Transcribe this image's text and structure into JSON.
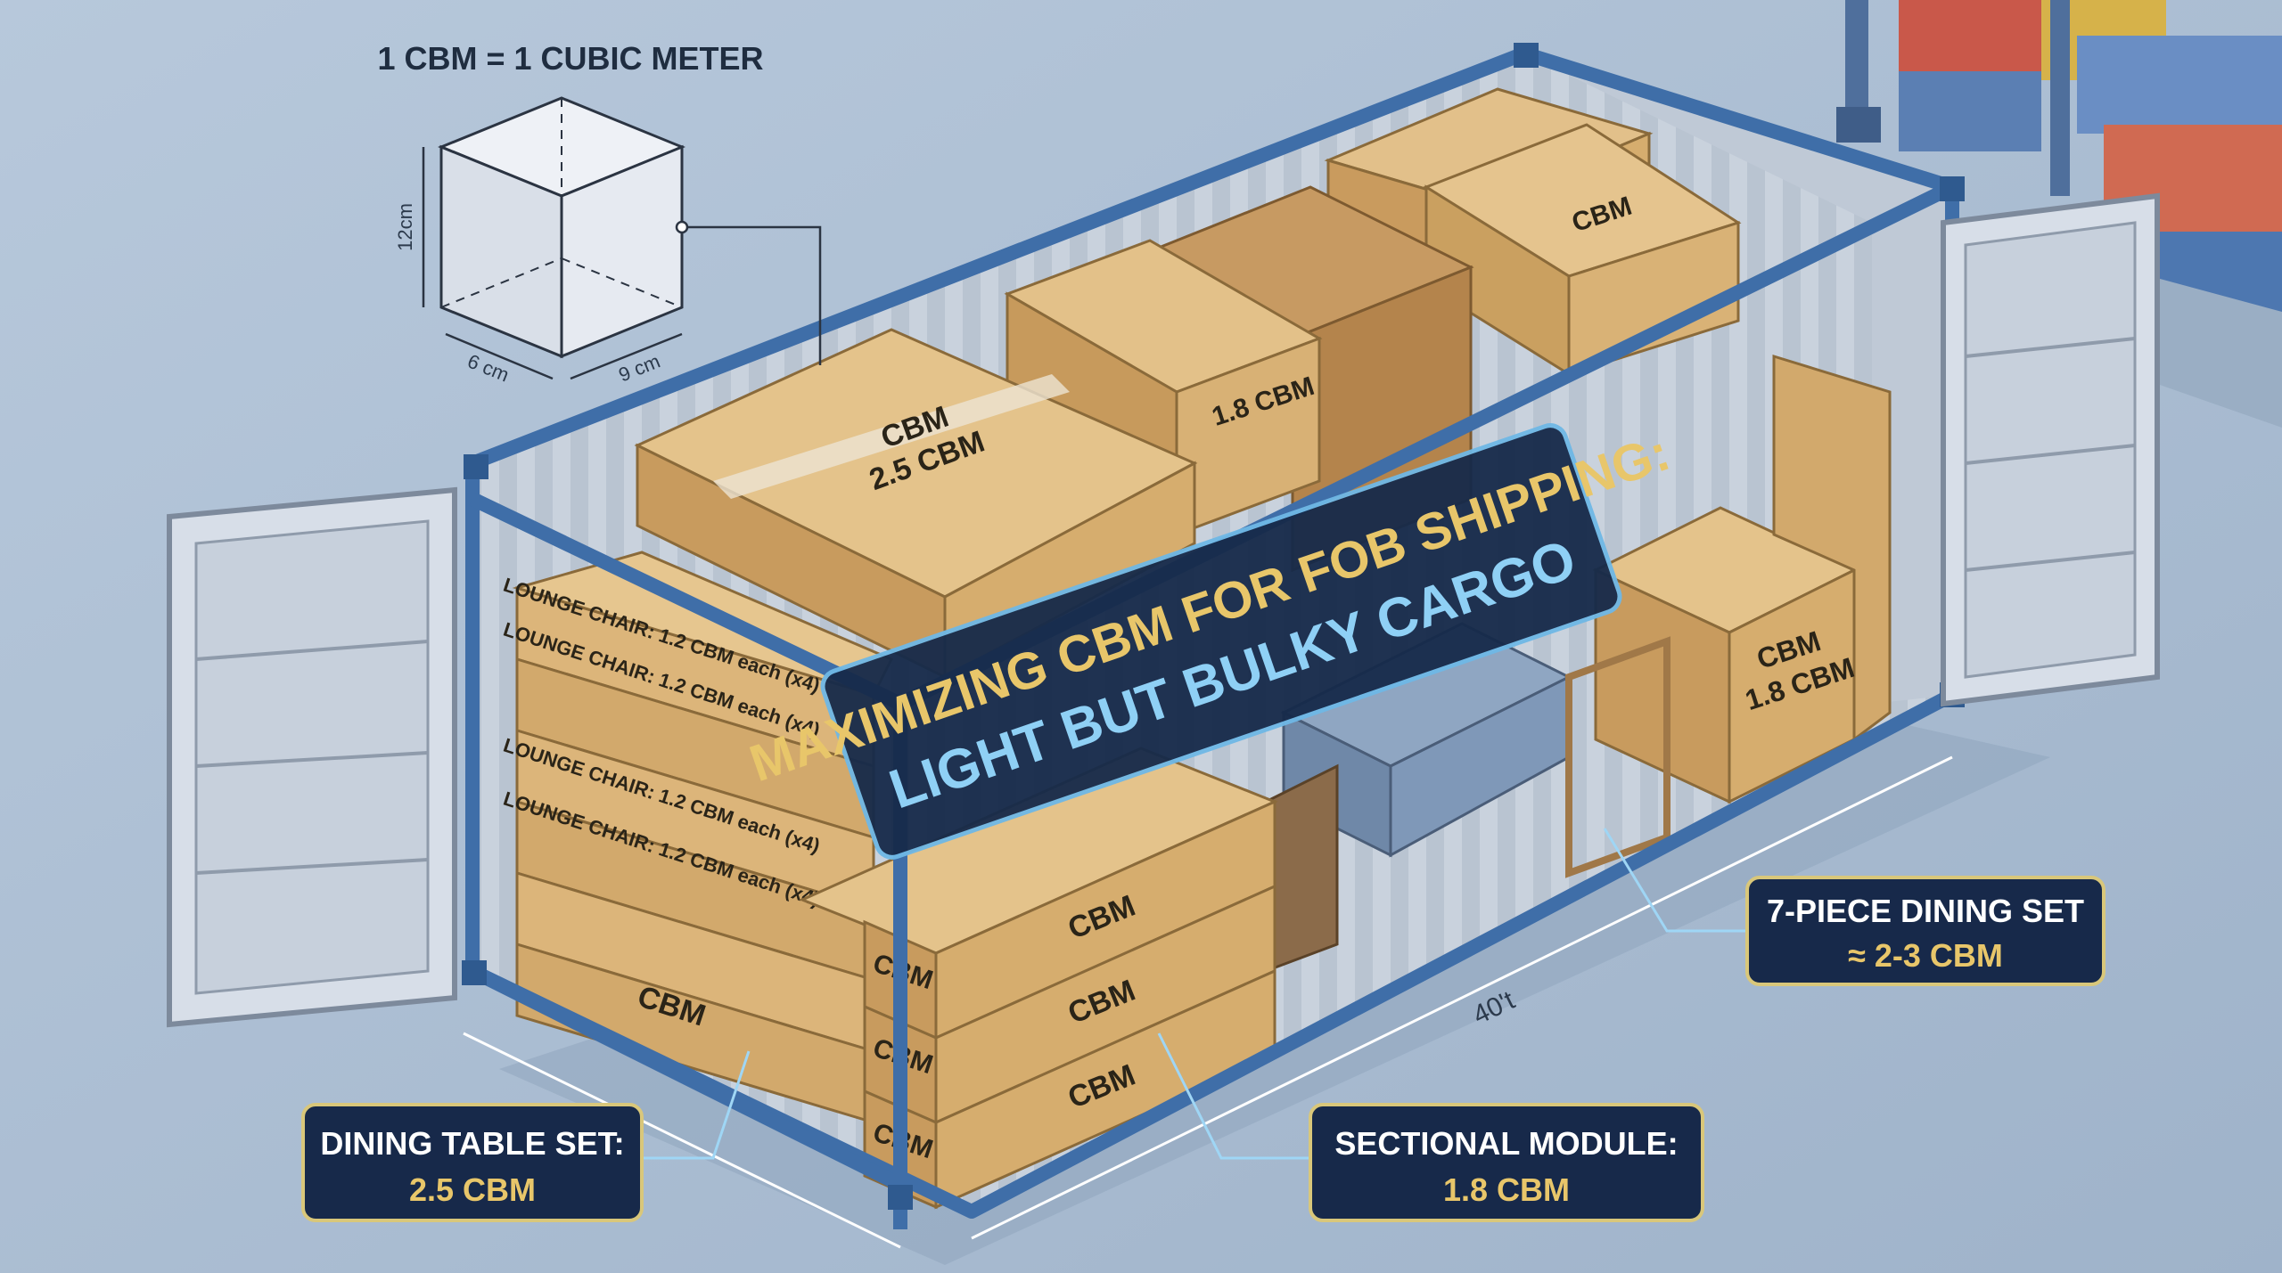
{
  "reference": {
    "title": "1 CBM = 1 CUBIC METER",
    "height_label": "12cm",
    "depth_label": "6 cm",
    "width_label": "9 cm"
  },
  "banner": {
    "line1": "MAXIMIZING CBM FOR FOB SHIPPING:",
    "line2": "LIGHT BUT BULKY CARGO"
  },
  "boxes": {
    "top_big": [
      "CBM",
      "2.5 CBM"
    ],
    "mid_box": "1.8 CBM",
    "back_top": "CBM",
    "right_box": [
      "CBM",
      "1.8 CBM"
    ],
    "lounge_chair": "LOUNGE CHAIR: 1.2 CBM each (x4)",
    "cbm": "CBM"
  },
  "callouts": {
    "dining_table": {
      "title": "DINING TABLE SET:",
      "value": "2.5 CBM"
    },
    "sectional": {
      "title": "SECTIONAL MODULE:",
      "value": "1.8 CBM"
    },
    "dining_set": {
      "title": "7-PIECE DINING SET",
      "value": "≈ 2-3 CBM"
    }
  },
  "container_length": "40't",
  "colors": {
    "background": "#a9bcd2",
    "container_frame": "#3f6ea8",
    "cardboard": "#d9b276",
    "callout_bg": "#17294a",
    "callout_border": "#d9c77a",
    "banner_bg": "#162a4a",
    "banner_text": "#e8c66a",
    "banner_border": "#6fb8e6"
  }
}
